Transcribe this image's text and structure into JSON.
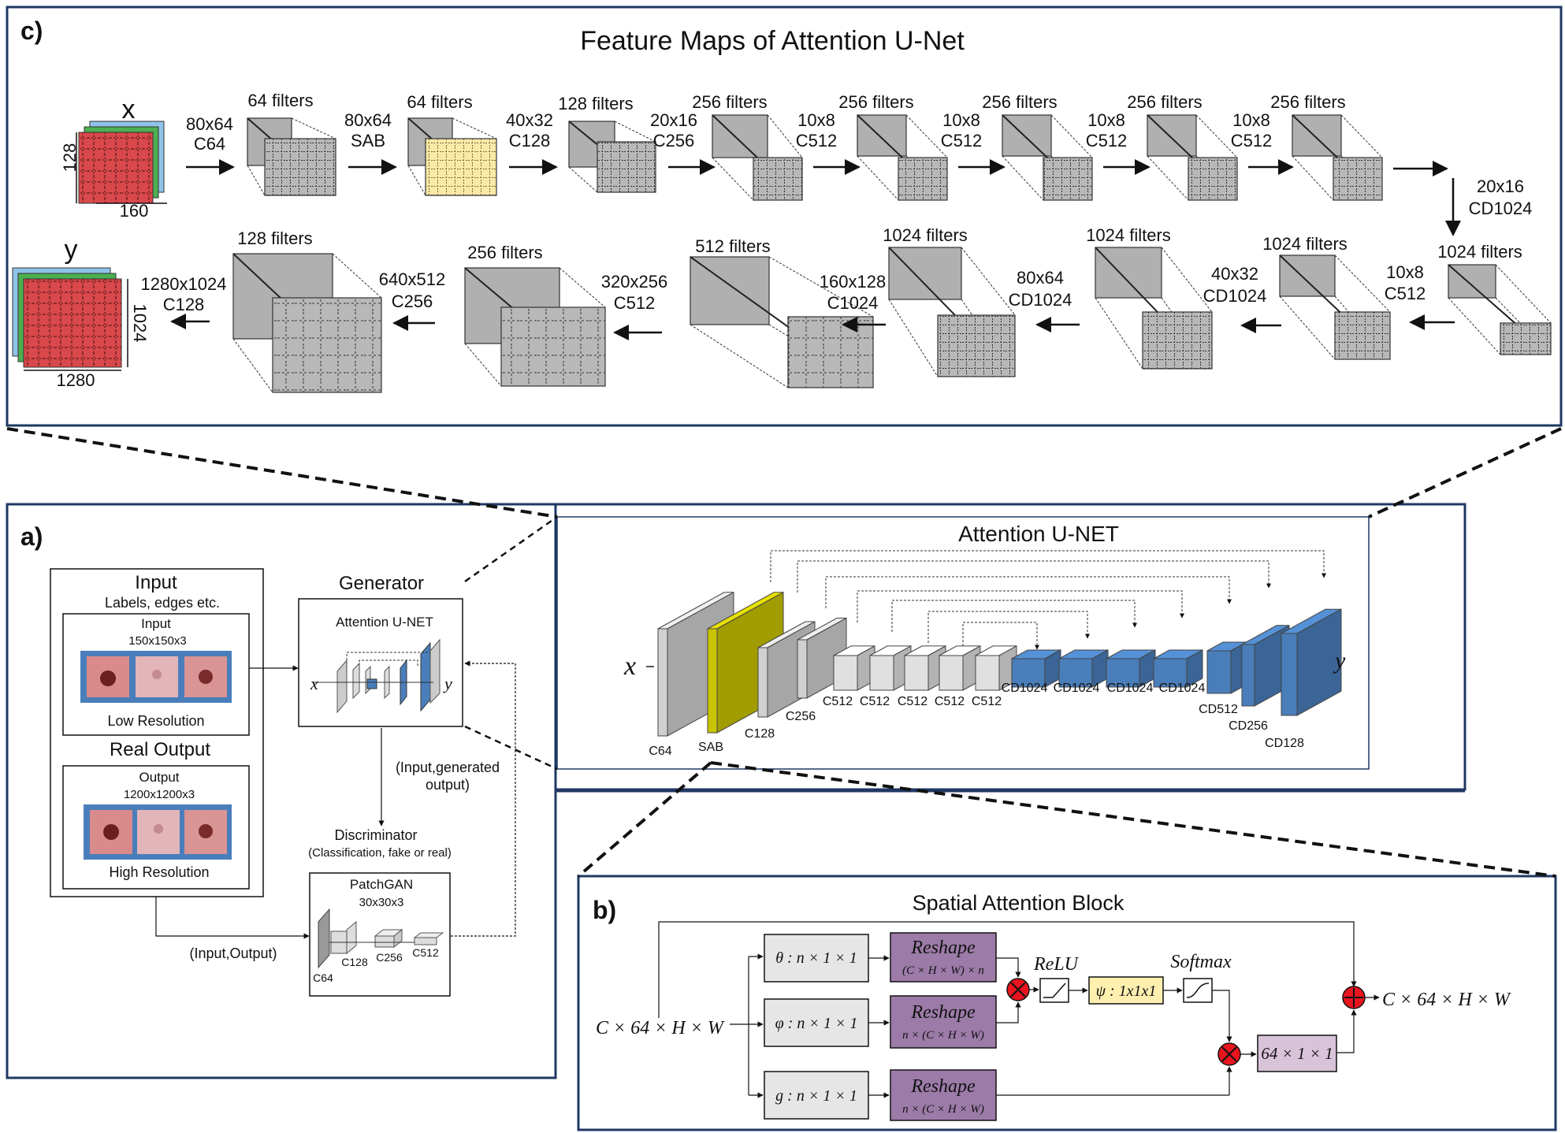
{
  "panel_c": {
    "label": "c)",
    "title": "Feature Maps of Attention U-Net",
    "input_label": "x",
    "input_h": "128",
    "input_w": "160",
    "output_label": "y",
    "output_h": "1024",
    "output_w": "1280",
    "top_blocks": [
      {
        "filters": "64 filters"
      },
      {
        "filters": "64 filters"
      },
      {
        "filters": "128 filters"
      },
      {
        "filters": "256 filters"
      },
      {
        "filters": "256 filters"
      },
      {
        "filters": "256 filters"
      },
      {
        "filters": "256 filters"
      },
      {
        "filters": "256 filters"
      }
    ],
    "top_ops": [
      {
        "l1": "80x64",
        "l2": "C64"
      },
      {
        "l1": "80x64",
        "l2": "SAB"
      },
      {
        "l1": "40x32",
        "l2": "C128"
      },
      {
        "l1": "20x16",
        "l2": "C256"
      },
      {
        "l1": "10x8",
        "l2": "C512"
      },
      {
        "l1": "10x8",
        "l2": "C512"
      },
      {
        "l1": "10x8",
        "l2": "C512"
      },
      {
        "l1": "10x8",
        "l2": "C512"
      }
    ],
    "down_op": {
      "l1": "20x16",
      "l2": "CD1024"
    },
    "bottom_blocks": [
      {
        "filters": "1024 filters"
      },
      {
        "filters": "1024 filters"
      },
      {
        "filters": "1024 filters"
      },
      {
        "filters": "1024 filters"
      },
      {
        "filters": "512 filters"
      },
      {
        "filters": "256 filters"
      },
      {
        "filters": "128 filters"
      }
    ],
    "bottom_ops": [
      {
        "l1": "10x8",
        "l2": "C512"
      },
      {
        "l1": "40x32",
        "l2": "CD1024"
      },
      {
        "l1": "80x64",
        "l2": "CD1024"
      },
      {
        "l1": "160x128",
        "l2": "C1024"
      },
      {
        "l1": "320x256",
        "l2": "C512"
      },
      {
        "l1": "640x512",
        "l2": "C256"
      },
      {
        "l1": "1280x1024",
        "l2": "C128"
      }
    ]
  },
  "panel_a": {
    "label": "a)",
    "input_title": "Input",
    "input_sub": "Labels, edges etc.",
    "input_box_title": "Input",
    "input_box_size": "150x150x3",
    "input_caption": "Low Resolution",
    "real_title": "Real Output",
    "output_box_title": "Output",
    "output_box_size": "1200x1200x3",
    "output_caption": "High Resolution",
    "generator_title": "Generator",
    "generator_inner": "Attention U-NET",
    "gen_x": "x",
    "gen_y": "y",
    "gen_output_l1": "(Input,generated",
    "gen_output_l2": "output)",
    "disc_title": "Discriminator",
    "disc_sub": "(Classification, fake or real)",
    "patch_title": "PatchGAN",
    "patch_size": "30x30x3",
    "patch_layers": [
      "C64",
      "C128",
      "C256",
      "C512"
    ],
    "input_output_label": "(Input,Output)"
  },
  "panel_unet": {
    "title": "Attention U-NET",
    "x_label": "x",
    "y_label": "y",
    "layers": [
      "C64",
      "SAB",
      "C128",
      "C256",
      "C512",
      "C512",
      "C512",
      "C512",
      "C512",
      "CD1024",
      "CD1024",
      "CD1024",
      "CD1024",
      "CD512",
      "CD256",
      "CD128"
    ]
  },
  "panel_b": {
    "label": "b)",
    "title": "Spatial Attention Block",
    "input_text": "C × 64 × H × W",
    "output_text": "C × 64 × H × W",
    "theta": "θ : n × 1 × 1",
    "phi": "φ : n × 1 × 1",
    "g": "g : n × 1 × 1",
    "reshape_title": "Reshape",
    "reshape1_sub": "(C × H × W) × n",
    "reshape2_sub": "n × (C × H × W)",
    "reshape3_sub": "n × (C × H × W)",
    "relu": "ReLU",
    "psi": "ψ : 1x1x1",
    "softmax": "Softmax",
    "final_conv": "64 × 1 × 1"
  },
  "colors": {
    "frame": "#1f3864",
    "input_red": "#d9484b",
    "input_green": "#4caf50",
    "input_blue": "#8fc3ea",
    "sab_yellow": "#c9c400",
    "block_blue": "#4a7ebb",
    "block_grey": "#bdbdbd",
    "reshape_purple": "#9c7ba8",
    "psi_yellow": "#fff0b0",
    "final_pink": "#d9c3d9",
    "op_red": "#e8141e",
    "sab_light": "#fbe9a8"
  }
}
